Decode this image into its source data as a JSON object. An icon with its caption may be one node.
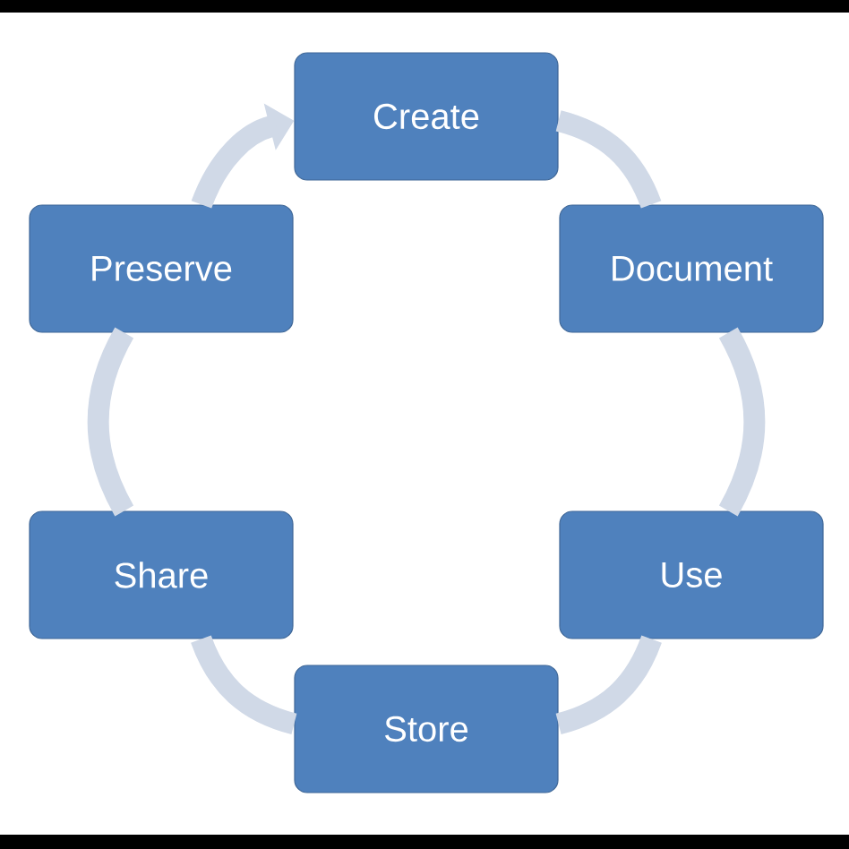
{
  "diagram": {
    "nodes": [
      {
        "text": [
          "Create"
        ]
      },
      {
        "text": [
          "Document"
        ]
      },
      {
        "text": [
          "Use"
        ]
      },
      {
        "text": [
          "Store"
        ]
      },
      {
        "text": [
          "Share"
        ]
      },
      {
        "text": [
          "Preserve"
        ]
      }
    ],
    "edges": [
      {
        "from": 0,
        "to": 1,
        "arrow": "none"
      },
      {
        "from": 1,
        "to": 2,
        "arrow": "none"
      },
      {
        "from": 2,
        "to": 3,
        "arrow": "none"
      },
      {
        "from": 3,
        "to": 4,
        "arrow": "none"
      },
      {
        "from": 4,
        "to": 5,
        "arrow": "none"
      },
      {
        "from": 5,
        "to": 0,
        "arrow": "to"
      }
    ]
  }
}
